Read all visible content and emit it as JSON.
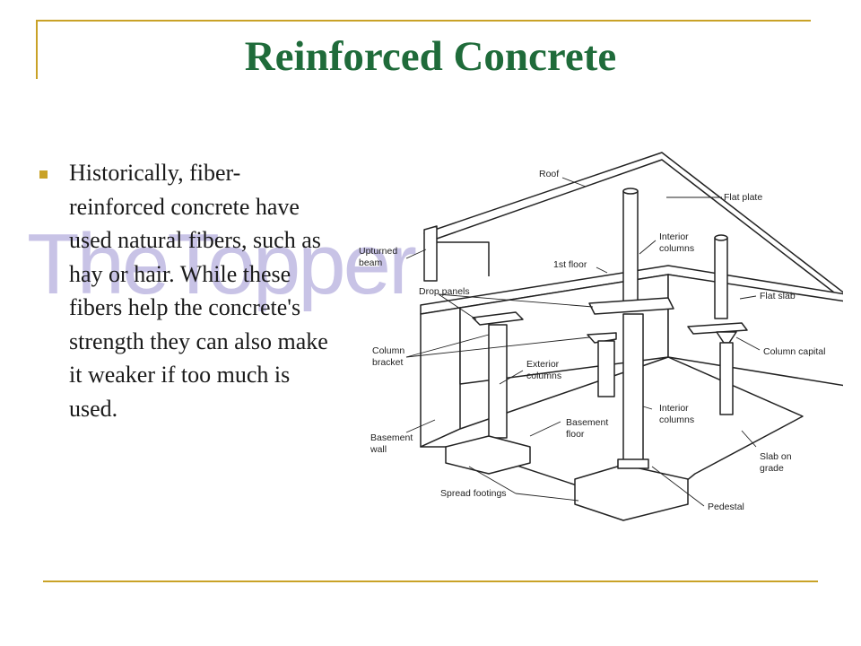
{
  "slide": {
    "title": "Reinforced Concrete",
    "watermark": "TheTopper",
    "bullet_text": "Historically, fiber-reinforced concrete have used natural fibers, such as hay or hair. While these fibers help the concrete's strength they can also make it weaker if too much is used."
  },
  "diagram": {
    "labels": {
      "roof": "Roof",
      "flat_plate": "Flat plate",
      "upturned_beam_1": "Upturned",
      "upturned_beam_2": "beam",
      "interior_columns_top_1": "Interior",
      "interior_columns_top_2": "columns",
      "first_floor": "1st floor",
      "drop_panels": "Drop panels",
      "flat_slab": "Flat slab",
      "column_bracket_1": "Column",
      "column_bracket_2": "bracket",
      "column_capital": "Column capital",
      "exterior_columns_1": "Exterior",
      "exterior_columns_2": "columns",
      "basement_floor_1": "Basement",
      "basement_floor_2": "floor",
      "interior_columns_bottom_1": "Interior",
      "interior_columns_bottom_2": "columns",
      "basement_wall_1": "Basement",
      "basement_wall_2": "wall",
      "slab_on_grade_1": "Slab on",
      "slab_on_grade_2": "grade",
      "spread_footings": "Spread footings",
      "pedestal": "Pedestal"
    }
  }
}
